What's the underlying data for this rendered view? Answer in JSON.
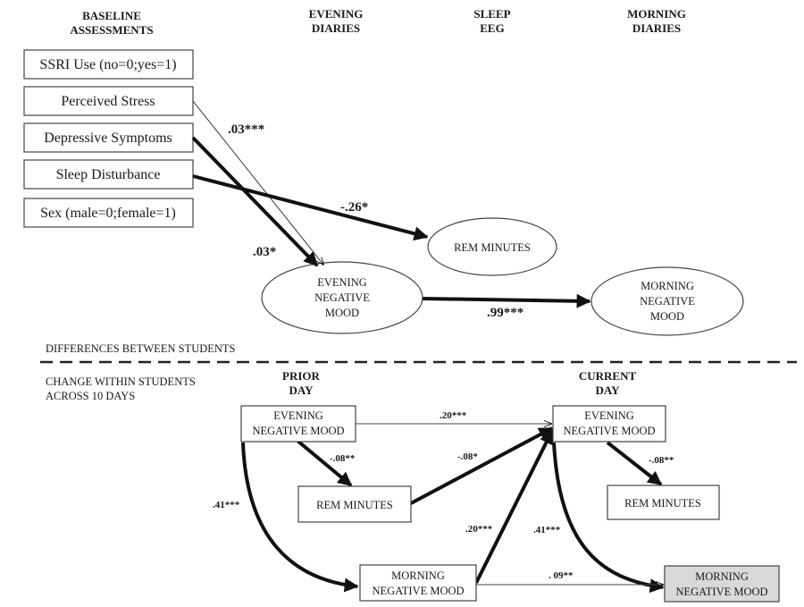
{
  "headers": {
    "baseline": [
      "BASELINE",
      "ASSESSMENTS"
    ],
    "evening": [
      "EVENING",
      "DIARIES"
    ],
    "sleep": [
      "SLEEP",
      "EEG"
    ],
    "morning": [
      "MORNING",
      "DIARIES"
    ]
  },
  "baseline_boxes": {
    "ssri": "SSRI Use (no=0;yes=1)",
    "stress": "Perceived Stress",
    "depressive": "Depressive Symptoms",
    "sleep": "Sleep Disturbance",
    "sex": "Sex (male=0;female=1)"
  },
  "ellipses": {
    "rem": [
      "REM MINUTES"
    ],
    "evening": [
      "EVENING",
      "NEGATIVE",
      "MOOD"
    ],
    "morning": [
      "MORNING",
      "NEGATIVE",
      "MOOD"
    ]
  },
  "between_coefs": {
    "stress_to_evening": ".03***",
    "sleep_to_rem": "-.26*",
    "depressive_to_evening": ".03*",
    "evening_to_morning": ".99***"
  },
  "sections": {
    "between": "DIFFERENCES BETWEEN STUDENTS",
    "within": [
      "CHANGE WITHIN STUDENTS",
      "ACROSS 10 DAYS"
    ]
  },
  "day_headers": {
    "prior": [
      "PRIOR",
      "DAY"
    ],
    "current": [
      "CURRENT",
      "DAY"
    ]
  },
  "within_boxes": {
    "prior_evening": [
      "EVENING",
      "NEGATIVE MOOD"
    ],
    "prior_rem": "REM MINUTES",
    "prior_morning": [
      "MORNING",
      "NEGATIVE MOOD"
    ],
    "current_evening": [
      "EVENING",
      "NEGATIVE MOOD"
    ],
    "current_rem": "REM MINUTES",
    "current_morning": [
      "MORNING",
      "NEGATIVE MOOD"
    ]
  },
  "within_coefs": {
    "prior_evening_to_current_evening": ".20***",
    "prior_evening_to_rem": "-.08**",
    "rem_to_current_evening": "-.08*",
    "prior_evening_to_prior_morning": ".41***",
    "prior_morning_to_current_evening": ".20***",
    "current_evening_to_rem": "-.08**",
    "current_evening_to_current_morning": ".41***",
    "prior_morning_to_current_morning": ". 09**"
  }
}
